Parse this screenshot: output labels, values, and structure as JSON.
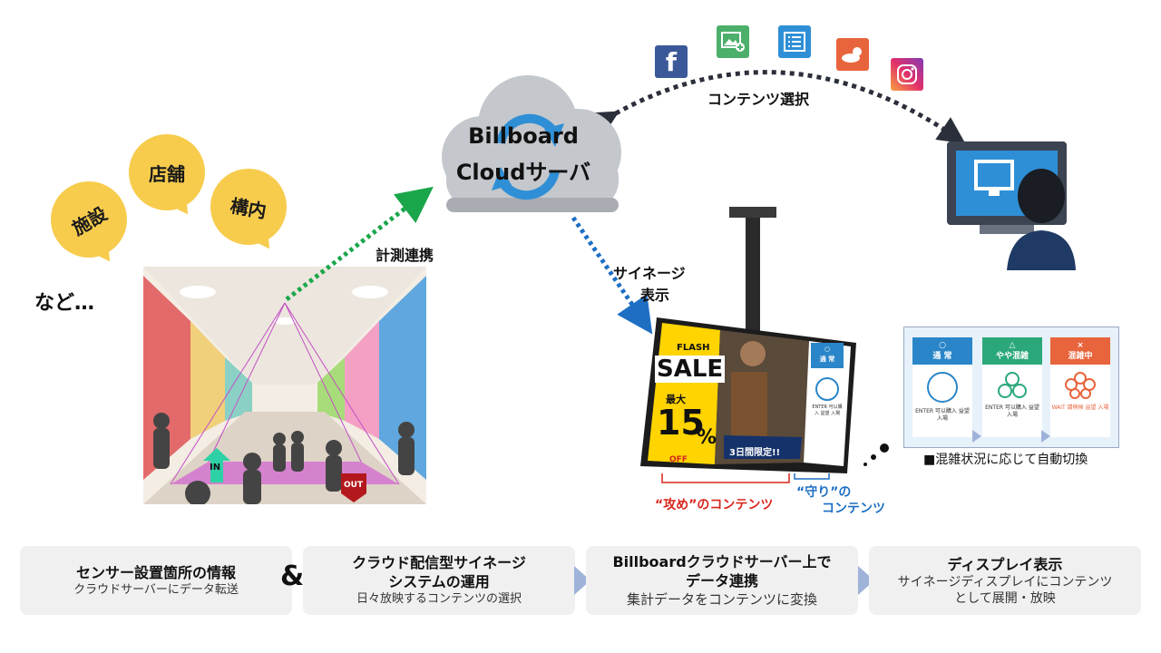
{
  "bubbles": {
    "facility": "施設",
    "store": "店舗",
    "premises": "構内"
  },
  "etc_label": "など…",
  "cloud": {
    "line1": "Billboard",
    "line2": "Cloudサーバ"
  },
  "arrows": {
    "measure_link": "計測連携",
    "content_select": "コンテンツ選択",
    "signage_display_1": "サイネージ",
    "signage_display_2": "表示"
  },
  "mall": {
    "in_label": "IN",
    "out_label": "OUT"
  },
  "social_icons": [
    "facebook-icon",
    "image-add-icon",
    "list-icon",
    "weather-icon",
    "instagram-icon"
  ],
  "display": {
    "flash": "FLASH",
    "sale": "SALE",
    "max": "最大",
    "percent": "15",
    "percent_sign": "%",
    "off": "OFF",
    "limited": "3日間限定!!",
    "right_panel_mark": "○",
    "right_panel_title": "通 常",
    "right_panel_text": "ENTER 可以購入 益望 入場"
  },
  "content_labels": {
    "attack": "“攻め”のコンテンツ",
    "defend_1": "“守り”の",
    "defend_2": "コンテンツ"
  },
  "congestion": {
    "caption": "■混雑状況に応じて自動切換",
    "panels": [
      {
        "mark": "○",
        "title": "通 常",
        "text": "ENTER 可以購入 益望 入場",
        "color": "#2a86c8"
      },
      {
        "mark": "△",
        "title": "やや混雑",
        "text": "ENTER 可以購入 益望 入場",
        "color": "#2aa87a"
      },
      {
        "mark": "×",
        "title": "混雑中",
        "text": "WAIT 請稍候 益望 入場",
        "color": "#e8643c"
      }
    ]
  },
  "steps": [
    {
      "title": "センサー設置箇所の情報",
      "sub": "クラウドサーバーにデータ転送"
    },
    {
      "title": "クラウド配信型サイネージ",
      "title2": "システムの運用",
      "sub": "日々放映するコンテンツの選択"
    },
    {
      "title": "Billboardクラウドサーバー上で",
      "title2": "データ連携",
      "sub": "集計データをコンテンツに変換"
    },
    {
      "title": "ディスプレイ表示",
      "sub": "サイネージディスプレイにコンテンツ",
      "sub2": "として展開・放映"
    }
  ],
  "ampersand": "&",
  "colors": {
    "green_arrow": "#1aa64a",
    "blue_arrow": "#1e6fc4",
    "dark_arrow": "#2b2f3a",
    "attack": "#d9261c",
    "defend": "#1e6fc4",
    "bubble": "#f7cc4d"
  }
}
